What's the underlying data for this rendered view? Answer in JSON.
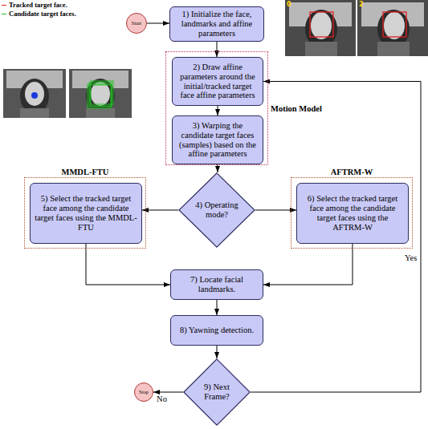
{
  "diagram": {
    "nodes": [
      {
        "text": [
          "Start"
        ]
      },
      {
        "text": [
          "1) Initialize the face, landmarks and affine parameters"
        ]
      },
      {
        "text": [
          "Motion Model"
        ]
      },
      {
        "text": [
          "2) Draw affine parameters around the initial/tracked target face affine parameters"
        ],
        "in": 2
      },
      {
        "text": [
          "3) Warping the candidate target faces (samples) based on the affine parameters"
        ],
        "in": 2
      },
      {
        "text": [
          "4) Operating mode?"
        ]
      },
      {
        "text": [
          "MMDL-FTU"
        ]
      },
      {
        "text": [
          "5) Select the tracked target face among the candidate target faces using the MMDL-FTU"
        ],
        "in": 6
      },
      {
        "text": [
          "AFTRM-W"
        ]
      },
      {
        "text": [
          "6) Select the tracked target face among the candidate target faces using the AFTRM-W"
        ],
        "in": 8
      },
      {
        "text": [
          "7) Locate facial landmarks."
        ]
      },
      {
        "text": [
          "8) Yawning detection."
        ]
      },
      {
        "text": [
          "9) Next Frame?"
        ]
      },
      {
        "text": [
          "Stop"
        ]
      }
    ],
    "edges": [
      {
        "from": 0,
        "to": 1,
        "arrow": "to"
      },
      {
        "from": 1,
        "to": 3,
        "arrow": "to"
      },
      {
        "from": 3,
        "to": 4,
        "arrow": "to"
      },
      {
        "from": 4,
        "to": 5,
        "arrow": "to"
      },
      {
        "from": 5,
        "to": 7,
        "arrow": "to"
      },
      {
        "from": 5,
        "to": 9,
        "arrow": "to"
      },
      {
        "from": 7,
        "to": 10,
        "arrow": "to"
      },
      {
        "from": 9,
        "to": 10,
        "arrow": "to"
      },
      {
        "from": 10,
        "to": 11,
        "arrow": "to"
      },
      {
        "from": 11,
        "to": 12,
        "arrow": "to"
      },
      {
        "from": 12,
        "to": 13,
        "label": "No",
        "arrow": "to"
      },
      {
        "from": 12,
        "to": 3,
        "label": "Yes",
        "arrow": "to"
      }
    ],
    "labels": [
      "0",
      "2"
    ],
    "legend": [
      {
        "text": "Tracked target face."
      },
      {
        "text": "Candidate target faces."
      }
    ]
  }
}
